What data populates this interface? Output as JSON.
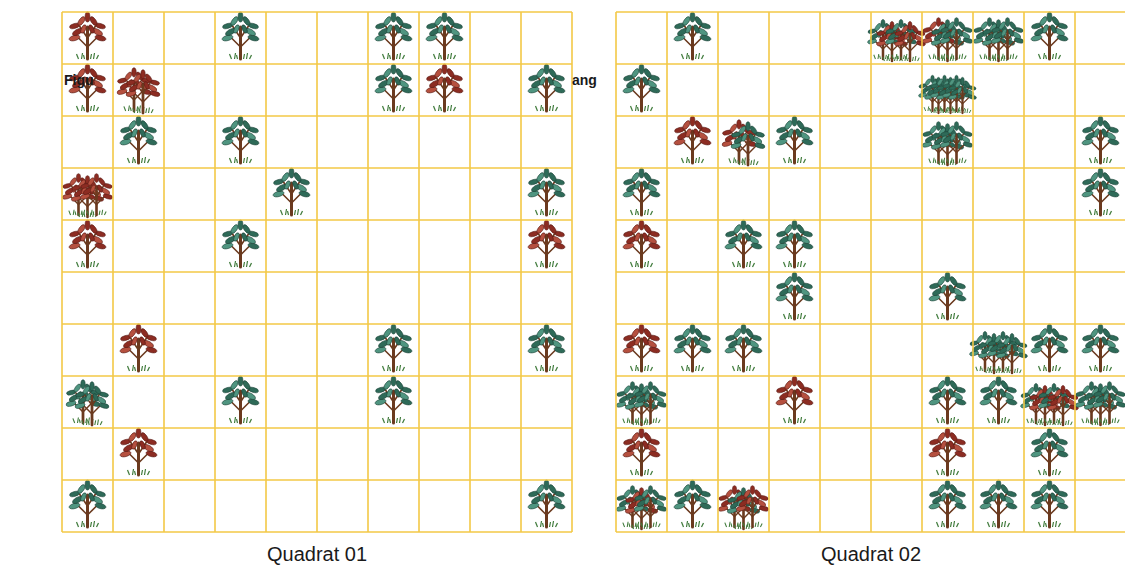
{
  "diagram": {
    "labels": [
      "Figu",
      "ang",
      "Quadrat 01",
      "Quadrat 02"
    ]
  }
}
